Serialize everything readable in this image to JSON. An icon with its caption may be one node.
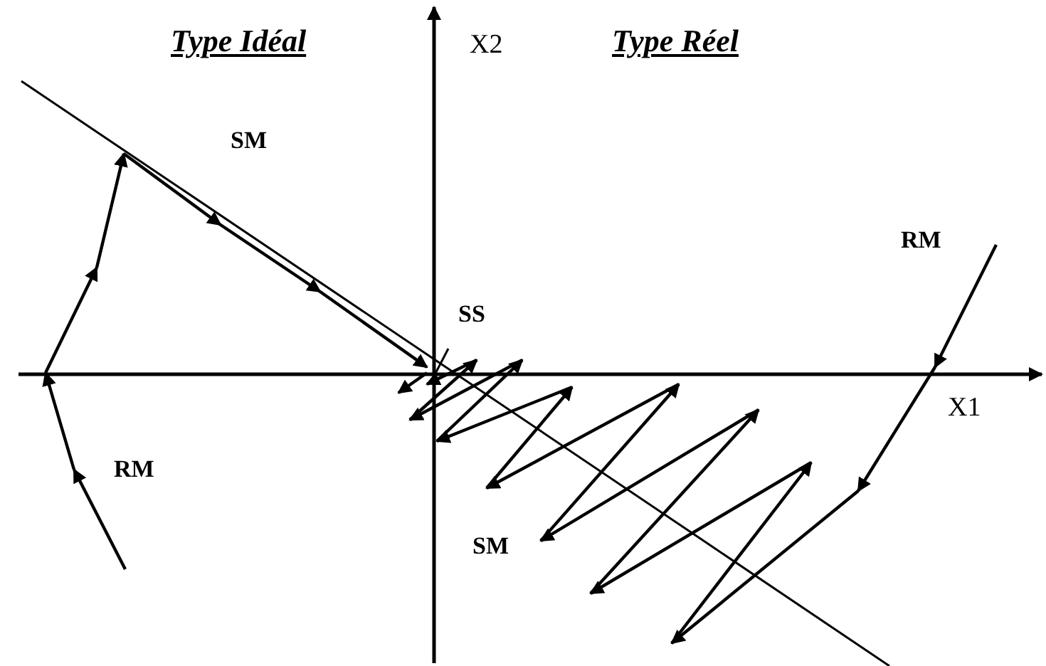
{
  "diagram": {
    "labels": [
      "Type Idéal",
      "X2",
      "Type Réel",
      "SM",
      "RM",
      "SS",
      "X1",
      "RM",
      "SM"
    ]
  }
}
